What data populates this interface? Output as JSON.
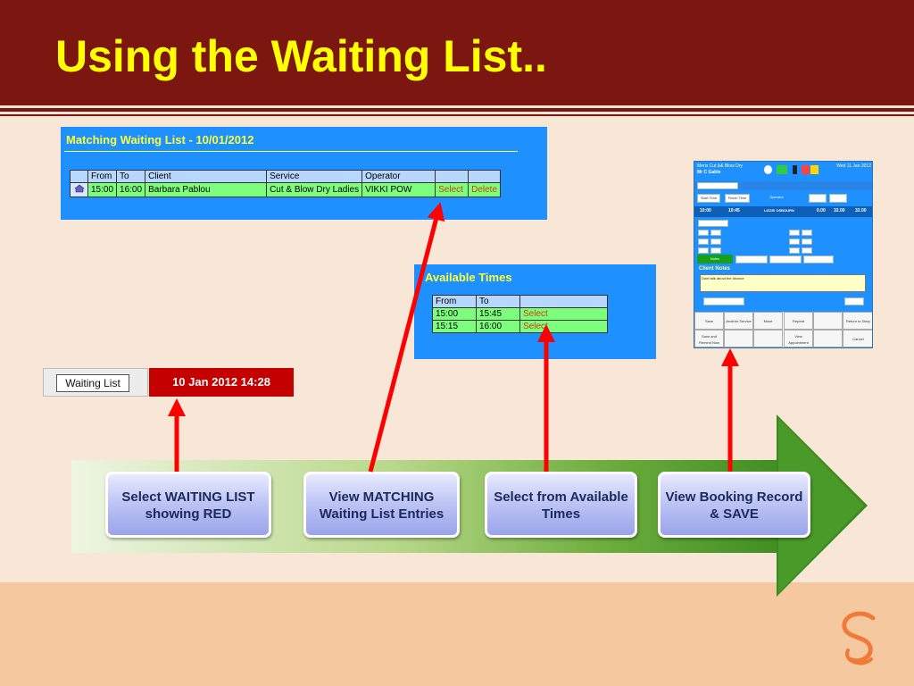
{
  "slide": {
    "title": "Using the Waiting List.."
  },
  "matching_waiting_list": {
    "title": "Matching Waiting List - 10/01/2012",
    "columns": [
      "",
      "From",
      "To",
      "Client",
      "Service",
      "Operator",
      "",
      ""
    ],
    "row": {
      "icon": "home-icon",
      "from": "15:00",
      "to": "16:00",
      "client": "Barbara Pablou",
      "service": "Cut & Blow Dry Ladies",
      "operator": "VIKKI POW",
      "select": "Select",
      "delete": "Delete"
    }
  },
  "available_times": {
    "title": "Available Times",
    "columns": [
      "From",
      "To",
      ""
    ],
    "rows": [
      {
        "from": "15:00",
        "to": "15:45",
        "action": "Select"
      },
      {
        "from": "15:15",
        "to": "16:00",
        "action": "Select"
      }
    ]
  },
  "waiting_list_button": "Waiting List",
  "date_time": "10 Jan 2012 14:28",
  "booking_record": {
    "salon": "Mens Cut && Blow Dry",
    "date": "Wed 11 Jan 2012",
    "client": "Mr C Gable",
    "start_time_label": "Start Time",
    "finish_time_label": "Finish Time",
    "operator_label": "Operator",
    "start_time": "10:00",
    "finish_time": "10:45",
    "operator": "LIZZIE OSBOURN",
    "price_a": "0.00",
    "price_b": "32.00",
    "price_c": "32.00",
    "notes_tab": "Notes",
    "client_notes_label": "Client Notes",
    "client_notes": "Dont talk about the divorce",
    "buttons": [
      "Save",
      "Another Service",
      "Move",
      "Repeat",
      "",
      "Return to Diary",
      "Save and Remind Now",
      "",
      "",
      "View Appointment",
      "",
      "Cancel"
    ]
  },
  "steps": [
    "Select WAITING LIST showing RED",
    "View MATCHING Waiting List Entries",
    "Select from Available Times",
    "View Booking Record & SAVE"
  ],
  "colors": {
    "header": "#7b1610",
    "title": "#ffff00",
    "panel": "#1e90ff",
    "arrow": "#ff0000",
    "grid_row": "#7dff7d"
  }
}
